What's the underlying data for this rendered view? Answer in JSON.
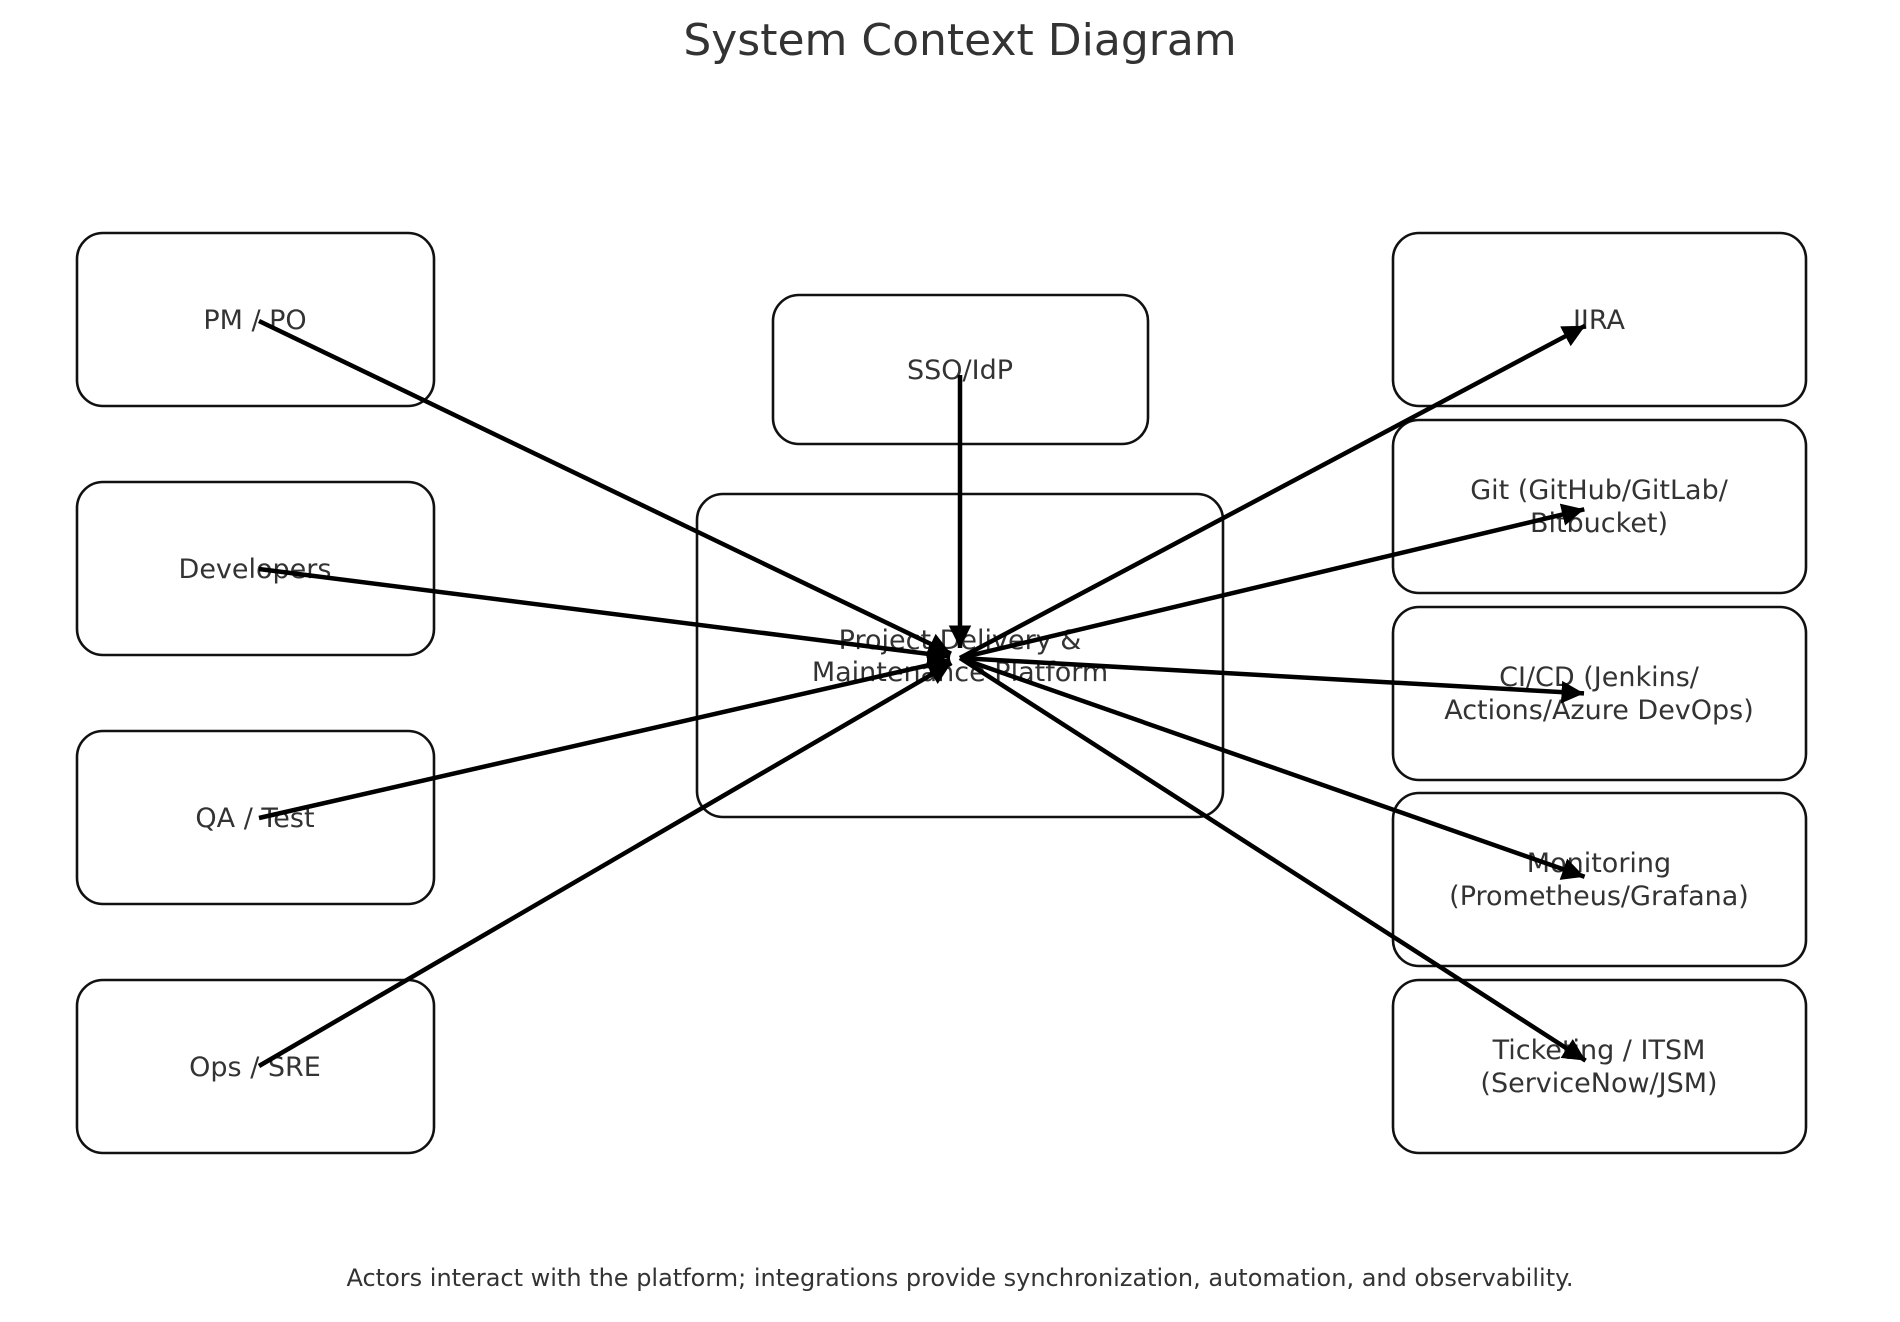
{
  "title": "System Context Diagram",
  "caption": "Actors interact with the platform; integrations provide synchronization, automation, and observability.",
  "nodes": {
    "center": {
      "lines": [
        "Project Delivery &",
        "Maintenance Platform"
      ]
    },
    "sso": {
      "lines": [
        "SSO/IdP"
      ]
    },
    "pm": {
      "lines": [
        "PM / PO"
      ]
    },
    "dev": {
      "lines": [
        "Developers"
      ]
    },
    "qa": {
      "lines": [
        "QA / Test"
      ]
    },
    "ops": {
      "lines": [
        "Ops / SRE"
      ]
    },
    "jira": {
      "lines": [
        "JIRA"
      ]
    },
    "git": {
      "lines": [
        "Git (GitHub/GitLab/",
        "Bitbucket)"
      ]
    },
    "cicd": {
      "lines": [
        "CI/CD (Jenkins/",
        "Actions/Azure DevOps)"
      ]
    },
    "monitoring": {
      "lines": [
        "Monitoring",
        "(Prometheus/Grafana)"
      ]
    },
    "ticketing": {
      "lines": [
        "Ticketing / ITSM",
        "(ServiceNow/JSM)"
      ]
    }
  },
  "edges": [
    {
      "from": "pm",
      "to": "center"
    },
    {
      "from": "dev",
      "to": "center"
    },
    {
      "from": "qa",
      "to": "center"
    },
    {
      "from": "ops",
      "to": "center"
    },
    {
      "from": "sso",
      "to": "center"
    },
    {
      "from": "center",
      "to": "jira"
    },
    {
      "from": "center",
      "to": "git"
    },
    {
      "from": "center",
      "to": "cicd"
    },
    {
      "from": "center",
      "to": "monitoring"
    },
    {
      "from": "center",
      "to": "ticketing"
    }
  ]
}
